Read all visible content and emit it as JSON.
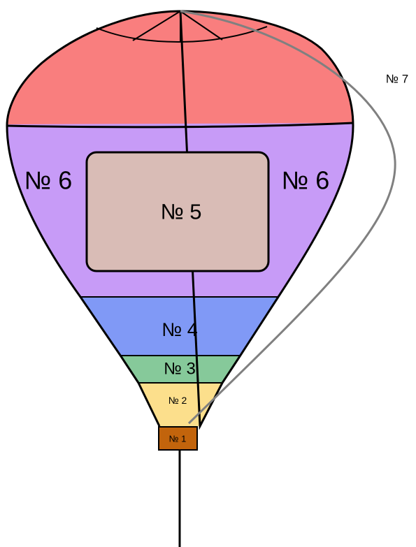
{
  "colors": {
    "top": "#F97E7E",
    "band6": "#C79BF7",
    "panel5": "#D9BCB6",
    "band4": "#8099F6",
    "band3": "#86C99A",
    "band2": "#FCDF8C",
    "basket": "#C2640C",
    "rope7": "#808080",
    "outline": "#000000"
  },
  "labels": {
    "six_left": "№ 6",
    "six_right": "№ 6",
    "five": "№ 5",
    "four": "№ 4",
    "three": "№ 3",
    "two": "№ 2",
    "one": "№ 1",
    "seven": "№ 7"
  }
}
